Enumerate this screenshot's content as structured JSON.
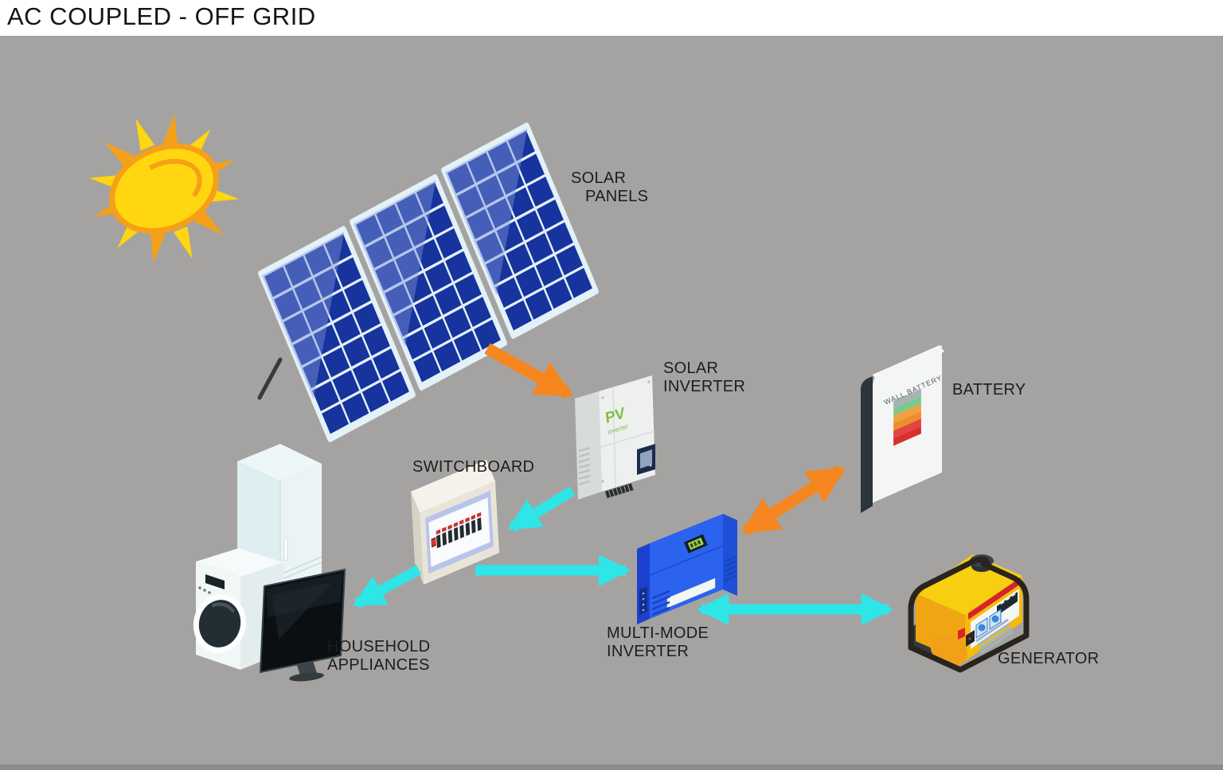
{
  "header": {
    "title": "AC COUPLED - OFF GRID"
  },
  "labels": {
    "solar_panels": {
      "line1": "SOLAR",
      "line2": "PANELS"
    },
    "solar_inverter": {
      "line1": "SOLAR",
      "line2": "INVERTER"
    },
    "battery": "BATTERY",
    "switchboard": "SWITCHBOARD",
    "household_appliances": {
      "line1": "HOUSEHOLD",
      "line2": "APPLIANCES"
    },
    "multi_mode_inverter": {
      "line1": "MULTI-MODE",
      "line2": "INVERTER"
    },
    "generator": "GENERATOR"
  },
  "device_text": {
    "pv_inverter_brand": "PV",
    "pv_inverter_sub": "inverter",
    "wall_battery": "WALL BATTERY"
  },
  "colors": {
    "background": "#a5a3a1",
    "title_bar": "#ffffff",
    "title_text": "#141414",
    "label_text": "#1d1d1d",
    "ac_arrow_cyan": "#2ee5e8",
    "dc_arrow_orange": "#f6861f",
    "solar_cell_blue": "#16339e",
    "multimode_blue": "#2b63ee",
    "generator_yellow": "#f8ce10"
  },
  "connections": [
    {
      "from": "solar-panels",
      "to": "solar-inverter",
      "color": "orange",
      "bidirectional": false
    },
    {
      "from": "solar-inverter",
      "to": "switchboard",
      "color": "cyan",
      "bidirectional": false
    },
    {
      "from": "switchboard",
      "to": "household-appliances",
      "color": "cyan",
      "bidirectional": false
    },
    {
      "from": "switchboard",
      "to": "multi-mode-inverter",
      "color": "cyan",
      "bidirectional": false
    },
    {
      "from": "multi-mode-inverter",
      "to": "battery",
      "color": "orange",
      "bidirectional": true
    },
    {
      "from": "multi-mode-inverter",
      "to": "generator",
      "color": "cyan",
      "bidirectional": true
    }
  ]
}
